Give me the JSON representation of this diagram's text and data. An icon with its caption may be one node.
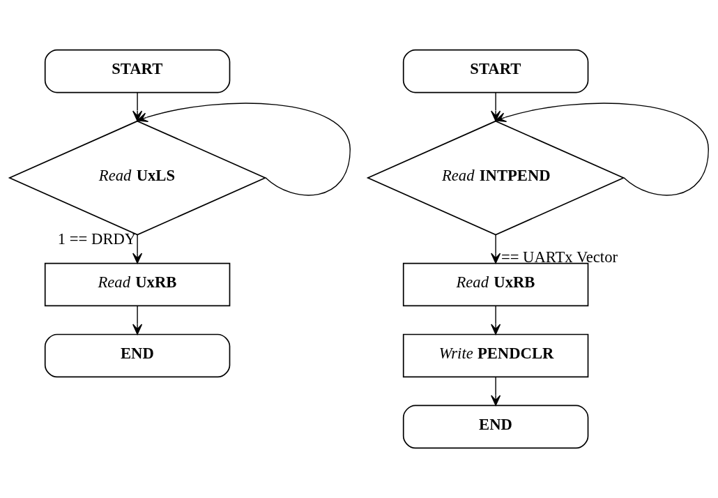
{
  "diagram": {
    "nodes": [
      {
        "text": [
          "**START**"
        ]
      },
      {
        "text": [
          "*Read* **UxLS**"
        ]
      },
      {
        "text": [
          "*Read* **UxRB**"
        ]
      },
      {
        "text": [
          "**END**"
        ]
      },
      {
        "text": [
          "**START**"
        ]
      },
      {
        "text": [
          "*Read* **INTPEND**"
        ]
      },
      {
        "text": [
          "*Read* **UxRB**"
        ]
      },
      {
        "text": [
          "*Write* **PENDCLR**"
        ]
      },
      {
        "text": [
          "**END**"
        ]
      }
    ],
    "edges": [
      {
        "from": 0,
        "to": 1,
        "arrow": "to"
      },
      {
        "from": 1,
        "to": 1,
        "arrow": "to"
      },
      {
        "from": 1,
        "to": 2,
        "arrow": "to",
        "label": "1 == DRDY"
      },
      {
        "from": 2,
        "to": 3,
        "arrow": "to"
      },
      {
        "from": 4,
        "to": 5,
        "arrow": "to"
      },
      {
        "from": 5,
        "to": 5,
        "arrow": "to"
      },
      {
        "from": 5,
        "to": 6,
        "arrow": "to",
        "label": "== UARTx Vector"
      },
      {
        "from": 6,
        "to": 7,
        "arrow": "to"
      },
      {
        "from": 7,
        "to": 8,
        "arrow": "to"
      }
    ]
  }
}
